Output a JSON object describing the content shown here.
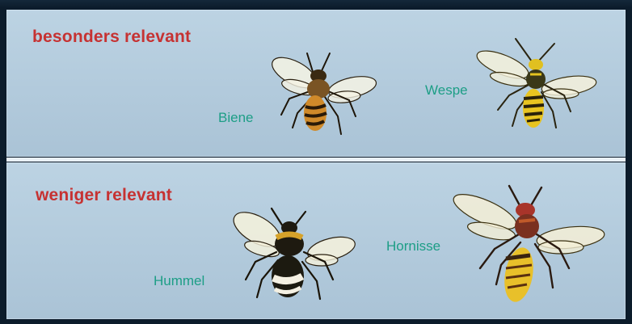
{
  "sections": [
    {
      "heading": "besonders relevant"
    },
    {
      "heading": "weniger relevant"
    }
  ],
  "insects": {
    "biene": {
      "label": "Biene"
    },
    "wespe": {
      "label": "Wespe"
    },
    "hummel": {
      "label": "Hummel"
    },
    "hornisse": {
      "label": "Hornisse"
    }
  },
  "colors": {
    "heading": "#c63232",
    "label": "#1d9e86",
    "panel": "#b5cddd"
  }
}
